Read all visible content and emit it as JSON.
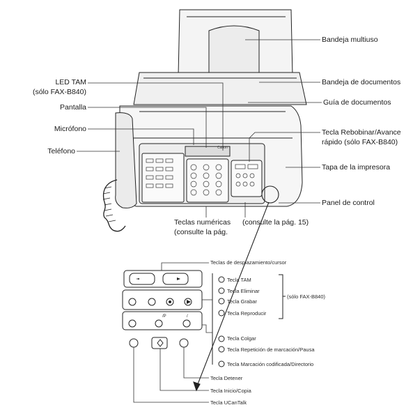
{
  "fax_labels": {
    "bandeja_multiuso": "Bandeja multiuso",
    "bandeja_documentos": "Bandeja de documentos",
    "guia_documentos": "Guía de documentos",
    "led_tam_1": "LED TAM",
    "led_tam_2": "(sólo FAX-B840)",
    "pantalla": "Pantalla",
    "microfono": "Micrófono",
    "telefono": "Teléfono",
    "tecla_rebobinar_1": "Tecla Rebobinar/Avance",
    "tecla_rebobinar_2": "rápido (sólo FAX-B840)",
    "tapa_impresora": "Tapa de la impresora",
    "panel_control": "Panel de control",
    "teclas_numericas_1": "Teclas numéricas",
    "teclas_numericas_2": "(consulte la pág.",
    "consulte_15": "(consulte la pág. 15)"
  },
  "panel_labels": {
    "desplazamiento": "Teclas de desplazamiento/cursor",
    "tam": "Tecla TAM",
    "eliminar": "Tecla Eliminar",
    "grabar": "Tecla Grabar",
    "reproducir": "Tecla Reproducir",
    "solo_fax": "(sólo FAX-B840)",
    "colgar": "Tecla Colgar",
    "repeticion": "Tecla Repetición de marcación/Pausa",
    "marcacion": "Tecla Marcación codificada/Directorio",
    "detener": "Tecla Detener",
    "inicio": "Tecla Inicio/Copia",
    "ucantalk": "Tecla UCanTalk"
  },
  "brand": "Canon",
  "panel_icon_text": {
    "rp": "/P",
    "dir": "/"
  }
}
